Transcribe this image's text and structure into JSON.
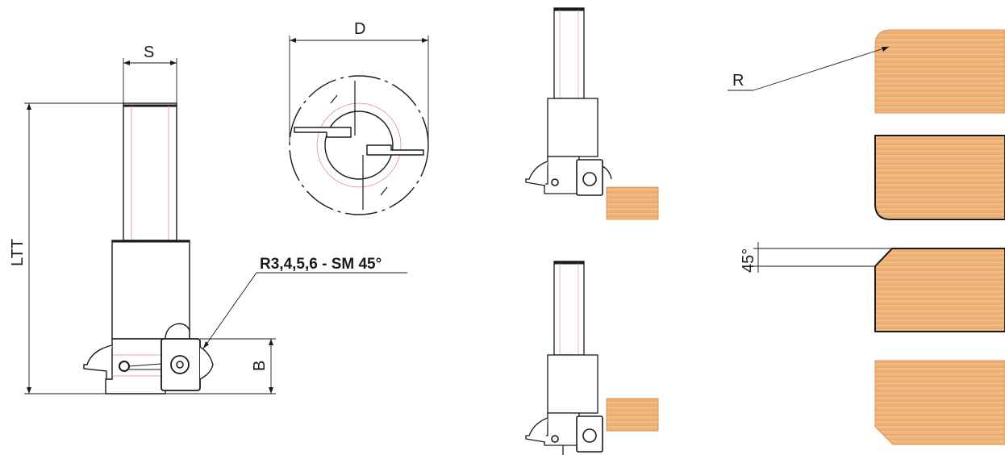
{
  "labels": {
    "shank_diameter": "S",
    "cutter_diameter": "D",
    "total_length": "LTT",
    "height": "B",
    "radius": "R",
    "angle": "45°",
    "insert_spec": "R3,4,5,6 - SM 45°"
  },
  "colors": {
    "line": "#1a1a1a",
    "wood_fill": "#efb27a",
    "wood_edge": "#d9955a",
    "hidden_line": "#e08080"
  }
}
